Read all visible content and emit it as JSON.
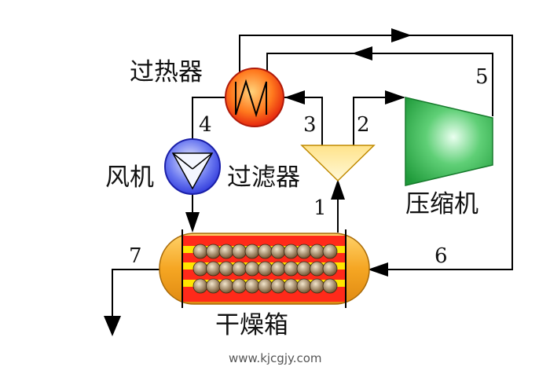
{
  "labels": {
    "superheater": "过热器",
    "fan": "风机",
    "filter": "过滤器",
    "compressor": "压缩机",
    "drying_box": "干燥箱"
  },
  "stream_numbers": {
    "s1": "1",
    "s2": "2",
    "s3": "3",
    "s4": "4",
    "s5": "5",
    "s6": "6",
    "s7": "7"
  },
  "watermark": "www.kjcgjy.com",
  "colors": {
    "line": "#000000",
    "superheater_core": "#ffd27a",
    "superheater_edge": "#e8220a",
    "fan_core": "#e8ecff",
    "fan_edge": "#2a33d8",
    "filter_fill": "#ffe38a",
    "compressor_fill": "#2eae48",
    "box_shell": "#f5a623",
    "box_heater": "#ff2020",
    "box_band": "#ffe500",
    "box_balls": "#8a6a40"
  }
}
